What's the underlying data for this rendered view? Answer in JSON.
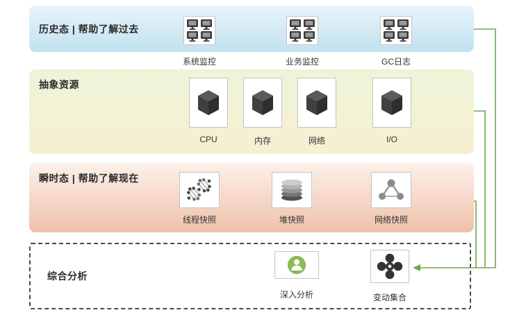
{
  "diagram": {
    "bands": [
      {
        "id": "history",
        "title": "历史态 | 帮助了解过去",
        "items": [
          {
            "label": "系统监控",
            "icon": "monitor-grid-icon"
          },
          {
            "label": "业务监控",
            "icon": "monitor-grid-icon"
          },
          {
            "label": "GC日志",
            "icon": "monitor-grid-icon"
          }
        ]
      },
      {
        "id": "resources",
        "title": "抽象资源",
        "items": [
          {
            "label": "CPU",
            "icon": "cube-icon"
          },
          {
            "label": "内存",
            "icon": "cube-icon"
          },
          {
            "label": "网络",
            "icon": "cube-icon"
          },
          {
            "label": "I/O",
            "icon": "cube-icon"
          }
        ]
      },
      {
        "id": "instant",
        "title": "瞬时态 | 帮助了解现在",
        "items": [
          {
            "label": "线程快照",
            "icon": "dna-helix-icon"
          },
          {
            "label": "堆快照",
            "icon": "disc-stack-icon"
          },
          {
            "label": "网络快照",
            "icon": "network-graph-icon"
          }
        ]
      },
      {
        "id": "analysis",
        "title": "综合分析",
        "items": [
          {
            "label": "深入分析",
            "icon": "person-badge-icon"
          },
          {
            "label": "变动集合",
            "icon": "cluster-icon"
          }
        ]
      }
    ],
    "colors": {
      "connector": "#6fa84e",
      "history_top": "#e7f4fa",
      "history_bottom": "#c2e1f0",
      "resources_top": "#eef4d8",
      "resources_bottom": "#f7efd2",
      "instant_top": "#fcf1ea",
      "instant_bottom": "#efc0ab"
    }
  }
}
